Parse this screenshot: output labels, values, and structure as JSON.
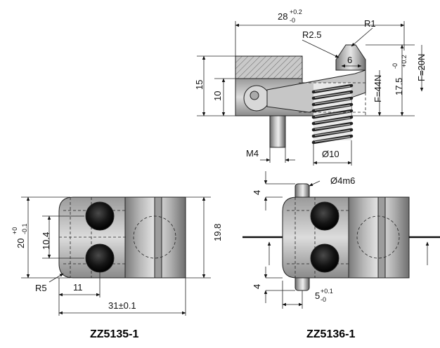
{
  "side_view": {
    "width_main": "28",
    "width_tol_upper": "+0.2",
    "width_tol_lower": "-0",
    "radius_large": "R2.5",
    "radius_small": "R1",
    "travel": "6",
    "height_total": "15",
    "height_inner": "10",
    "force_compressed": "F=44N",
    "plunger_height": "17.5",
    "plunger_tol_upper": "+0.2",
    "plunger_tol_lower": "-0",
    "force_free": "F=20N",
    "thread": "M4",
    "spring_diameter": "Ø10"
  },
  "view_a": {
    "model_label": "ZZ5135-1",
    "height_outer": "20",
    "height_tol_upper": "+0",
    "height_tol_lower": "-0.1",
    "hole_spacing": "10.4",
    "height_right": "19.8",
    "corner_radius": "R5",
    "hole_offset": "11",
    "length_total": "31±0.1"
  },
  "view_b": {
    "model_label": "ZZ5136-1",
    "pin_diameter": "Ø4m6",
    "pin_top": "4",
    "pin_bottom": "4",
    "pin_offset": "5",
    "pin_offset_tol_upper": "+0.1",
    "pin_offset_tol_lower": "-0"
  },
  "colors": {
    "metal_light": "#d2d2d2",
    "metal_dark": "#6a6a6a",
    "screw_black": "#111111",
    "line": "#222222"
  }
}
